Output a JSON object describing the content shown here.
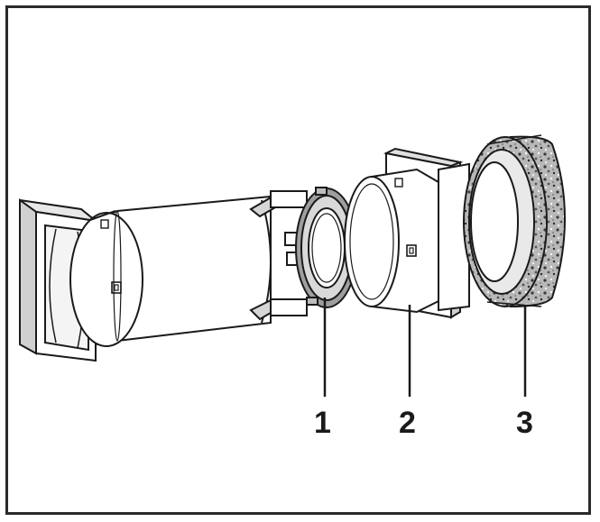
{
  "callouts": {
    "part1": "1",
    "part2": "2",
    "part3": "3"
  },
  "colors": {
    "stroke": "#1a1a1a",
    "fill": "#ffffff",
    "shade": "#bdbdbd",
    "foam": "#9a9a9a"
  }
}
